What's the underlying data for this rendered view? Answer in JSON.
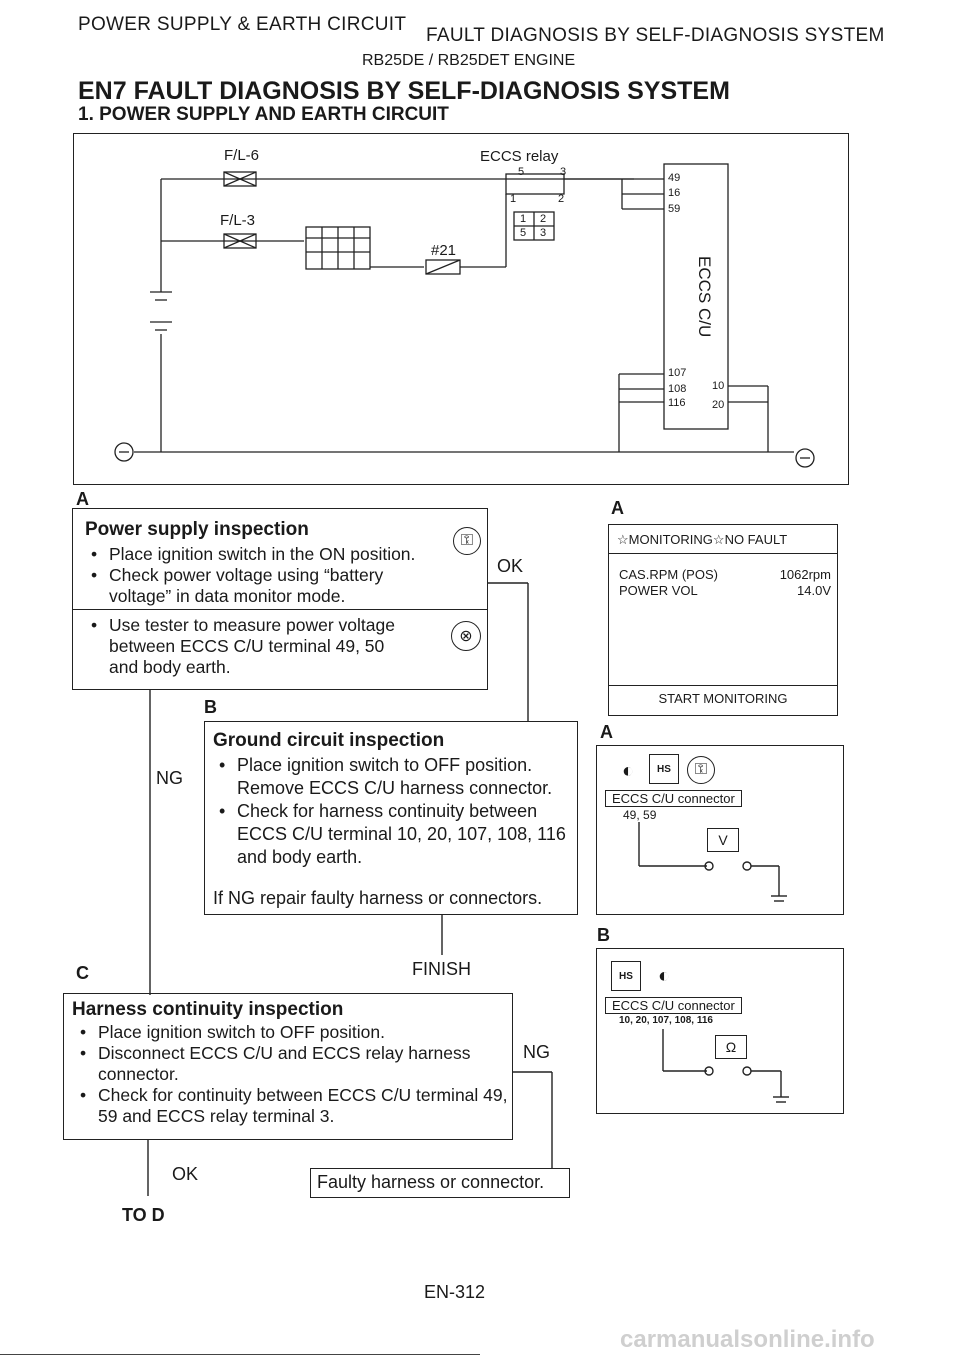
{
  "header": {
    "left": "POWER SUPPLY & EARTH CIRCUIT",
    "right": "FAULT DIAGNOSIS BY SELF-DIAGNOSIS SYSTEM",
    "engine": "RB25DE / RB25DET ENGINE"
  },
  "section": {
    "title": "EN7 FAULT DIAGNOSIS BY SELF-DIAGNOSIS SYSTEM",
    "subtitle": "1.    POWER SUPPLY AND EARTH CIRCUIT"
  },
  "schematic": {
    "fl6": "F/L-6",
    "fl3": "F/L-3",
    "relay": "ECCS relay",
    "relay_pins": [
      "5",
      "3",
      "1",
      "2"
    ],
    "relay_conn_top": [
      "1",
      "2"
    ],
    "relay_conn_bottom": [
      "5",
      "3"
    ],
    "fuse21": "#21",
    "cu": "ECCS C/U",
    "cu_pins_top": [
      "49",
      "16",
      "59"
    ],
    "cu_pins_bottom": [
      "107",
      "108",
      "116"
    ],
    "cu_pins_right": [
      "10",
      "20"
    ]
  },
  "flow": {
    "a_label": "A",
    "b_label": "B",
    "c_label": "C",
    "power_title": "Power supply inspection",
    "power_items": [
      "Place ignition switch in the ON position.",
      "Check power voltage using “battery voltage” in data monitor mode."
    ],
    "tester_item": "Use tester to measure power voltage between ECCS C/U terminal 49, 50 and body earth.",
    "ok1": "OK",
    "ng1": "NG",
    "ground_title": "Ground circuit inspection",
    "ground_items": [
      "Place ignition switch to OFF position. Remove ECCS C/U harness connector.",
      "Check for harness continuity between ECCS C/U terminal 10, 20, 107, 108, 116 and body earth."
    ],
    "ground_note": "If NG repair faulty harness or connectors.",
    "finish": "FINISH",
    "harness_title": "Harness continuity inspection",
    "harness_items": [
      "Place ignition switch to OFF position.",
      "Disconnect ECCS C/U and ECCS relay harness connector.",
      "Check for continuity between ECCS C/U terminal 49, 59 and ECCS relay terminal 3."
    ],
    "ng2": "NG",
    "ok2": "OK",
    "faulty": "Faulty harness or connector.",
    "to_d": "TO D"
  },
  "monitor": {
    "label": "A",
    "header": "☆MONITORING☆NO FAULT",
    "rows": [
      {
        "name": "CAS.RPM (POS)",
        "value": "1062rpm"
      },
      {
        "name": "POWER VOL",
        "value": "14.0V"
      }
    ],
    "button": "START MONITORING"
  },
  "tester_a": {
    "label": "A",
    "connector": "ECCS C/U connector",
    "pins": "49, 59",
    "meter": "V"
  },
  "tester_b": {
    "label": "B",
    "connector": "ECCS C/U connector",
    "pins": "10, 20, 107, 108, 116",
    "meter": "Ω"
  },
  "footer": {
    "page": "EN-312",
    "watermark": "carmanualsonline.info"
  }
}
